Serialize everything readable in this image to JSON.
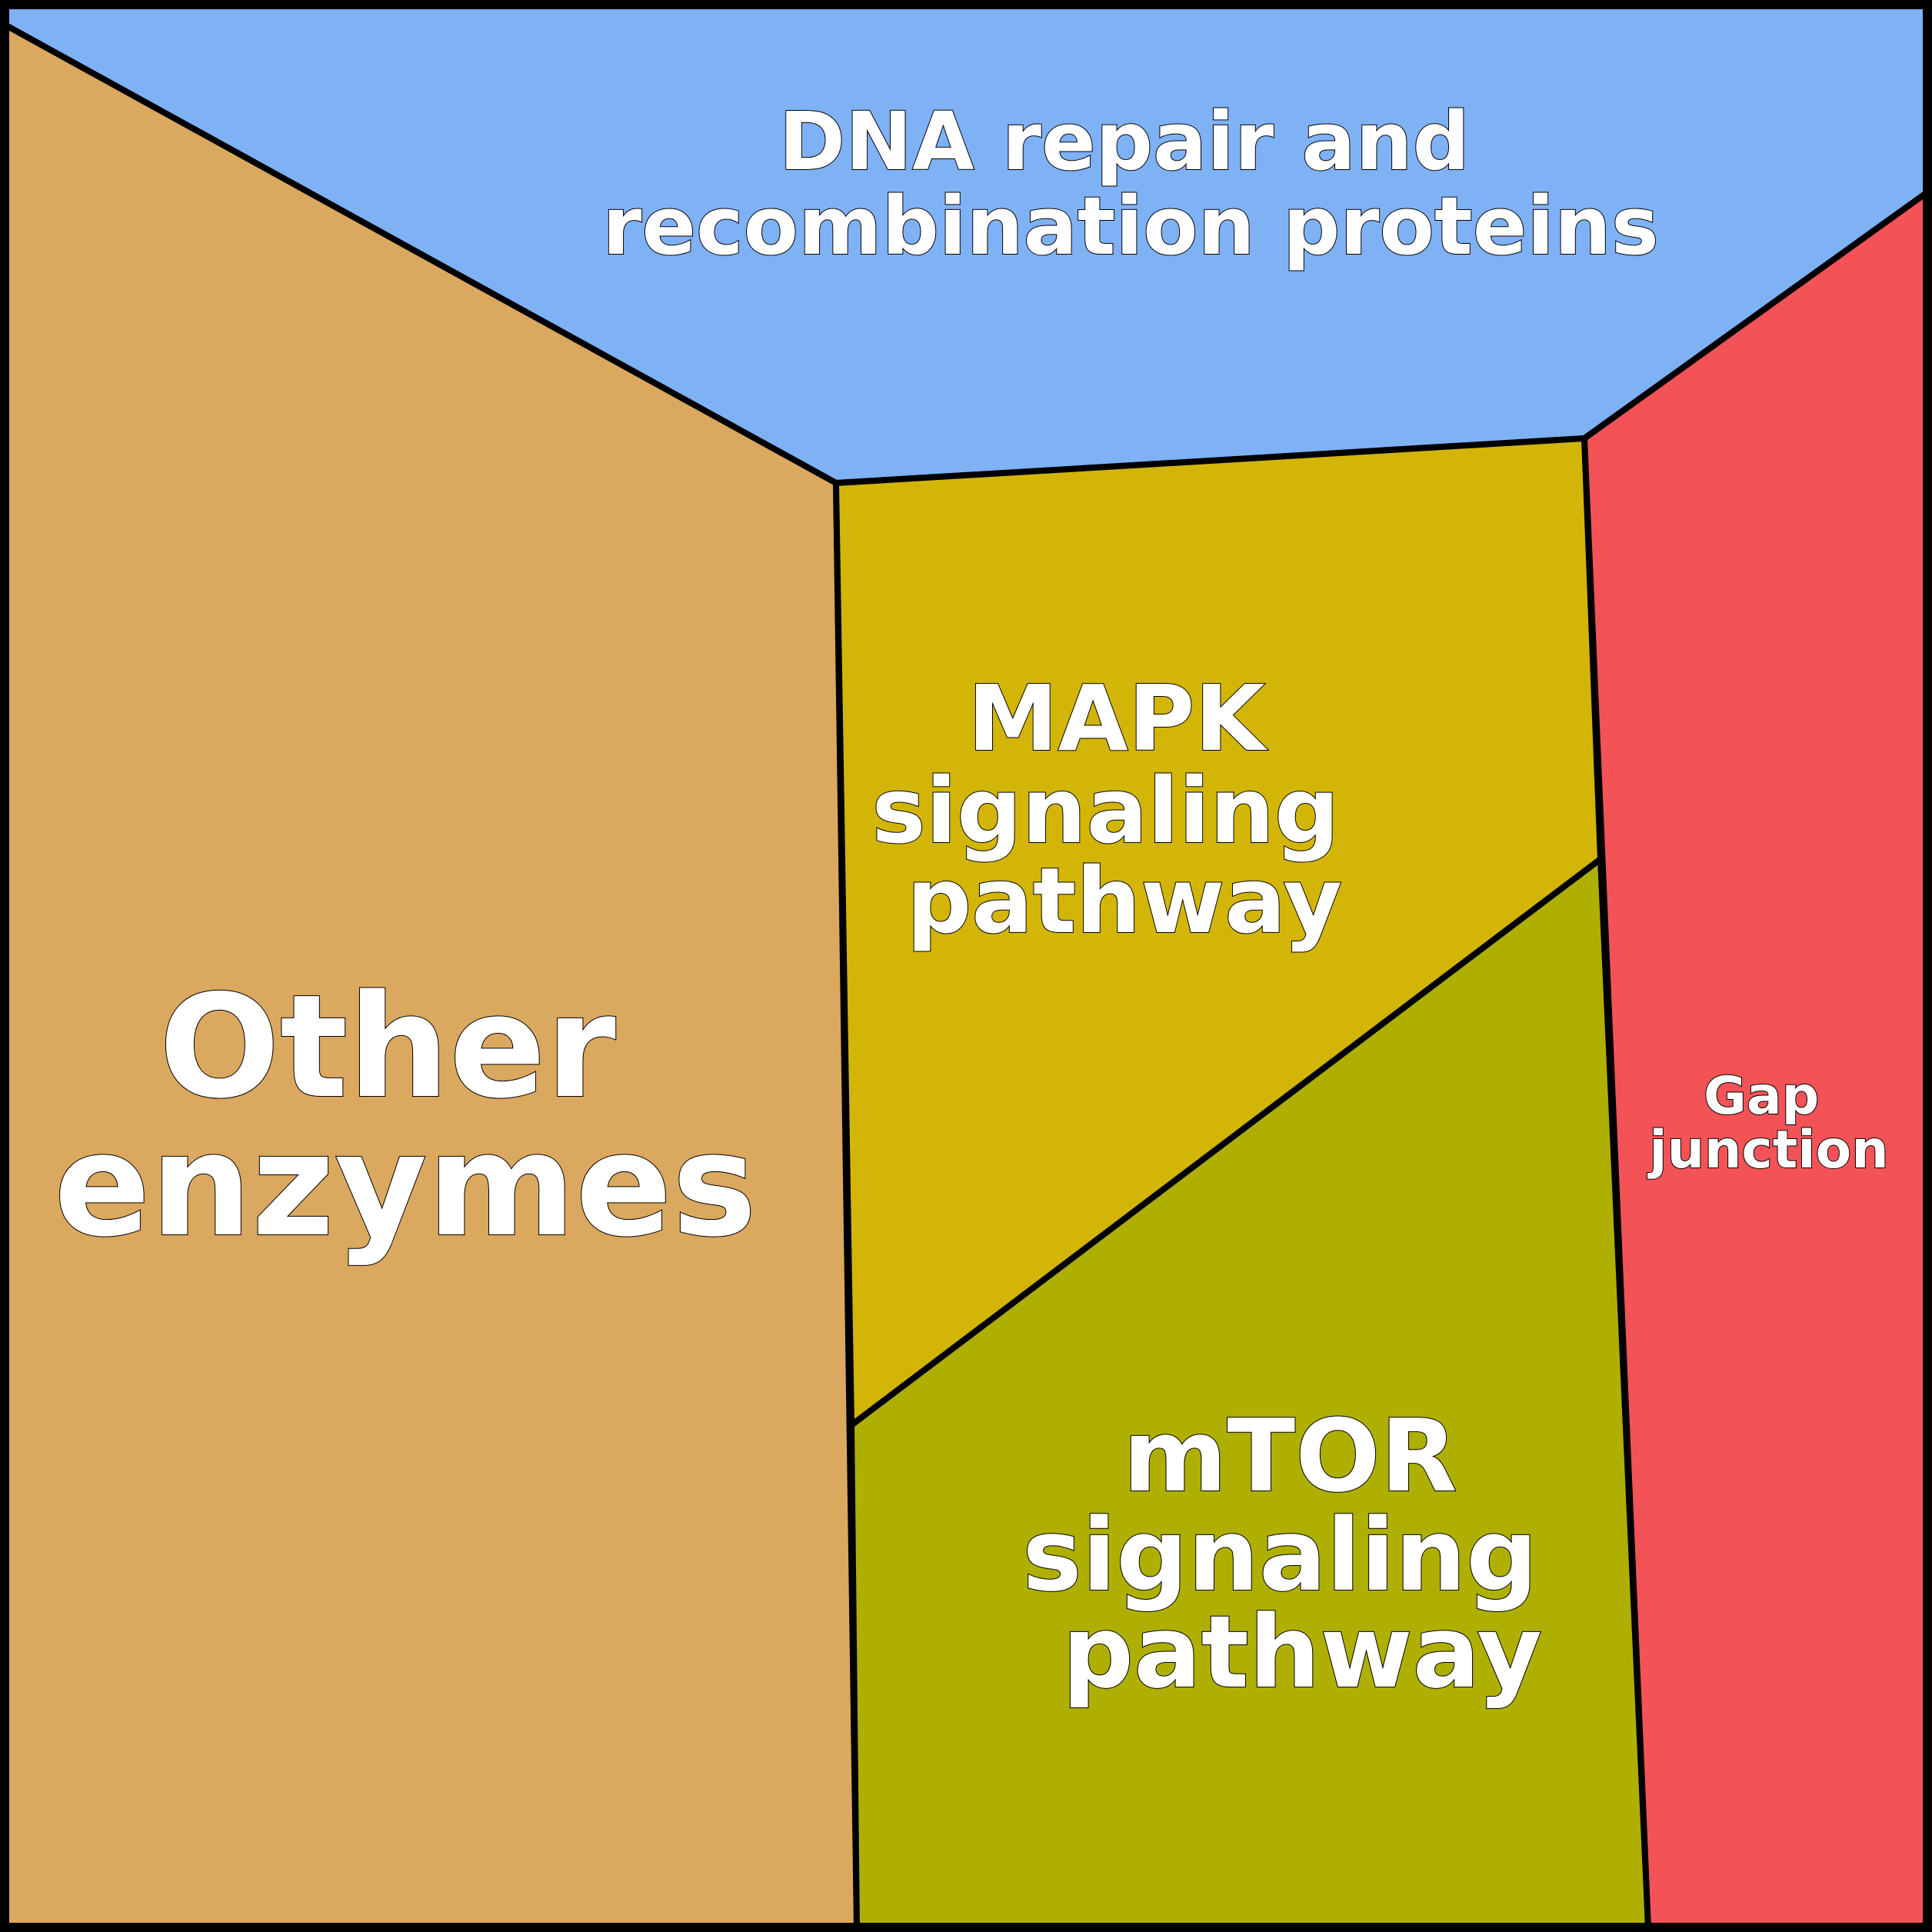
{
  "diagram": {
    "type": "voronoi-treemap",
    "title": "",
    "cells": [
      {
        "id": "dna-repair",
        "lines": [
          "DNA repair and",
          "recombination proteins"
        ],
        "color": "#7fb1f5"
      },
      {
        "id": "other-enzymes",
        "lines": [
          "Other",
          "enzymes"
        ],
        "color": "#dba860"
      },
      {
        "id": "mapk",
        "lines": [
          "MAPK",
          "signaling",
          "pathway"
        ],
        "color": "#d3b507"
      },
      {
        "id": "mtor",
        "lines": [
          "mTOR",
          "signaling",
          "pathway"
        ],
        "color": "#afaf02"
      },
      {
        "id": "gap-junction",
        "lines": [
          "Gap",
          "junction"
        ],
        "color": "#f35357"
      }
    ]
  }
}
